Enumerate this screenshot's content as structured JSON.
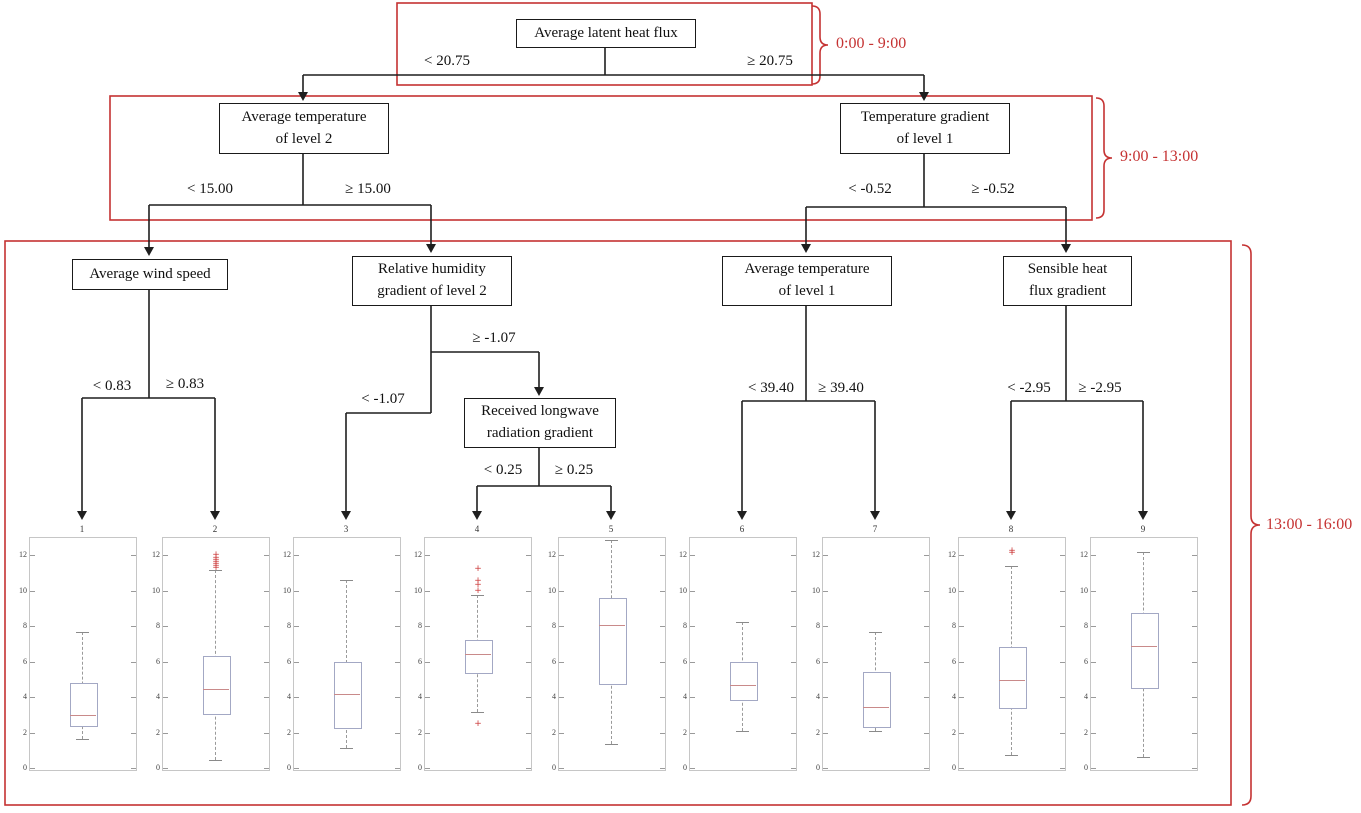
{
  "figure": {
    "type": "decision-tree-with-boxplot-leaves",
    "description": "Decision tree splitting meteorological variables into 9 leaf boxplots, with red time-period brackets"
  },
  "colors": {
    "annotation_red": "#c53232",
    "tree_line": "#1f1f1f",
    "box_outline": "#a3a8c4",
    "median_line": "#c98a8a",
    "whisker": "#9a9a9a",
    "outlier": "#cc3b3b",
    "plot_frame": "#c6c6c6"
  },
  "tree": {
    "nodes": [
      {
        "id": "root",
        "label": "Average latent heat flux"
      },
      {
        "id": "avg-temp-l2",
        "label": "Average temperature\nof  level 2"
      },
      {
        "id": "temp-grad-l1",
        "label": "Temperature gradient\nof level 1"
      },
      {
        "id": "avg-wind",
        "label": "Average wind speed"
      },
      {
        "id": "rh-grad-l2",
        "label": "Relative humidity\ngradient of  level 2"
      },
      {
        "id": "avg-temp-l1",
        "label": "Average temperature\nof  level 1"
      },
      {
        "id": "shf-grad",
        "label": "Sensible heat\nflux gradient"
      },
      {
        "id": "lw-grad",
        "label": "Received longwave\nradiation gradient"
      }
    ],
    "edge_labels": {
      "root_left": "< 20.75",
      "root_right": "≥ 20.75",
      "temp2_left": "< 15.00",
      "temp2_right": "≥ 15.00",
      "tgrad1_left": "< -0.52",
      "tgrad1_right": "≥ -0.52",
      "wind_left": "< 0.83",
      "wind_right": "≥ 0.83",
      "rh2_left": "< -1.07",
      "rh2_right": "≥ -1.07",
      "lw_left": "< 0.25",
      "lw_right": "≥ 0.25",
      "temp1_left": "< 39.40",
      "temp1_right": "≥ 39.40",
      "shf_left": "< -2.95",
      "shf_right": "≥ -2.95"
    },
    "time_brackets": [
      "0:00 - 9:00",
      "9:00 - 13:00",
      "13:00 - 16:00"
    ]
  },
  "chart_data": [
    {
      "type": "boxplot",
      "title": "1",
      "ylim": [
        0,
        13
      ],
      "yticks": [
        0,
        2,
        4,
        6,
        8,
        10,
        12
      ],
      "whisker_low": 1.65,
      "q1": 2.4,
      "median": 3.0,
      "q3": 4.8,
      "whisker_high": 7.65,
      "outliers": []
    },
    {
      "type": "boxplot",
      "title": "2",
      "ylim": [
        0,
        13
      ],
      "yticks": [
        0,
        2,
        4,
        6,
        8,
        10,
        12
      ],
      "whisker_low": 0.45,
      "q1": 3.1,
      "median": 4.45,
      "q3": 6.3,
      "whisker_high": 11.15,
      "outliers": [
        11.25,
        11.4,
        11.5,
        11.6,
        11.7,
        11.85,
        12.0
      ]
    },
    {
      "type": "boxplot",
      "title": "3",
      "ylim": [
        0,
        13
      ],
      "yticks": [
        0,
        2,
        4,
        6,
        8,
        10,
        12
      ],
      "whisker_low": 1.1,
      "q1": 2.3,
      "median": 4.15,
      "q3": 6.0,
      "whisker_high": 10.6,
      "outliers": []
    },
    {
      "type": "boxplot",
      "title": "4",
      "ylim": [
        0,
        13
      ],
      "yticks": [
        0,
        2,
        4,
        6,
        8,
        10,
        12
      ],
      "whisker_low": 3.15,
      "q1": 5.4,
      "median": 6.45,
      "q3": 7.2,
      "whisker_high": 9.75,
      "outliers": [
        2.5,
        10.0,
        10.3,
        10.55,
        11.2
      ]
    },
    {
      "type": "boxplot",
      "title": "5",
      "ylim": [
        0,
        13
      ],
      "yticks": [
        0,
        2,
        4,
        6,
        8,
        10,
        12
      ],
      "whisker_low": 1.35,
      "q1": 4.8,
      "median": 8.05,
      "q3": 9.55,
      "whisker_high": 12.85,
      "outliers": []
    },
    {
      "type": "boxplot",
      "title": "6",
      "ylim": [
        0,
        13
      ],
      "yticks": [
        0,
        2,
        4,
        6,
        8,
        10,
        12
      ],
      "whisker_low": 2.1,
      "q1": 3.9,
      "median": 4.65,
      "q3": 5.95,
      "whisker_high": 8.2,
      "outliers": []
    },
    {
      "type": "boxplot",
      "title": "7",
      "ylim": [
        0,
        13
      ],
      "yticks": [
        0,
        2,
        4,
        6,
        8,
        10,
        12
      ],
      "whisker_low": 2.1,
      "q1": 2.35,
      "median": 3.45,
      "q3": 5.4,
      "whisker_high": 7.65,
      "outliers": []
    },
    {
      "type": "boxplot",
      "title": "8",
      "ylim": [
        0,
        13
      ],
      "yticks": [
        0,
        2,
        4,
        6,
        8,
        10,
        12
      ],
      "whisker_low": 0.75,
      "q1": 3.45,
      "median": 4.95,
      "q3": 6.8,
      "whisker_high": 11.4,
      "outliers": [
        12.1,
        12.2
      ]
    },
    {
      "type": "boxplot",
      "title": "9",
      "ylim": [
        0,
        13
      ],
      "yticks": [
        0,
        2,
        4,
        6,
        8,
        10,
        12
      ],
      "whisker_low": 0.6,
      "q1": 4.55,
      "median": 6.9,
      "q3": 8.75,
      "whisker_high": 12.15,
      "outliers": []
    }
  ]
}
